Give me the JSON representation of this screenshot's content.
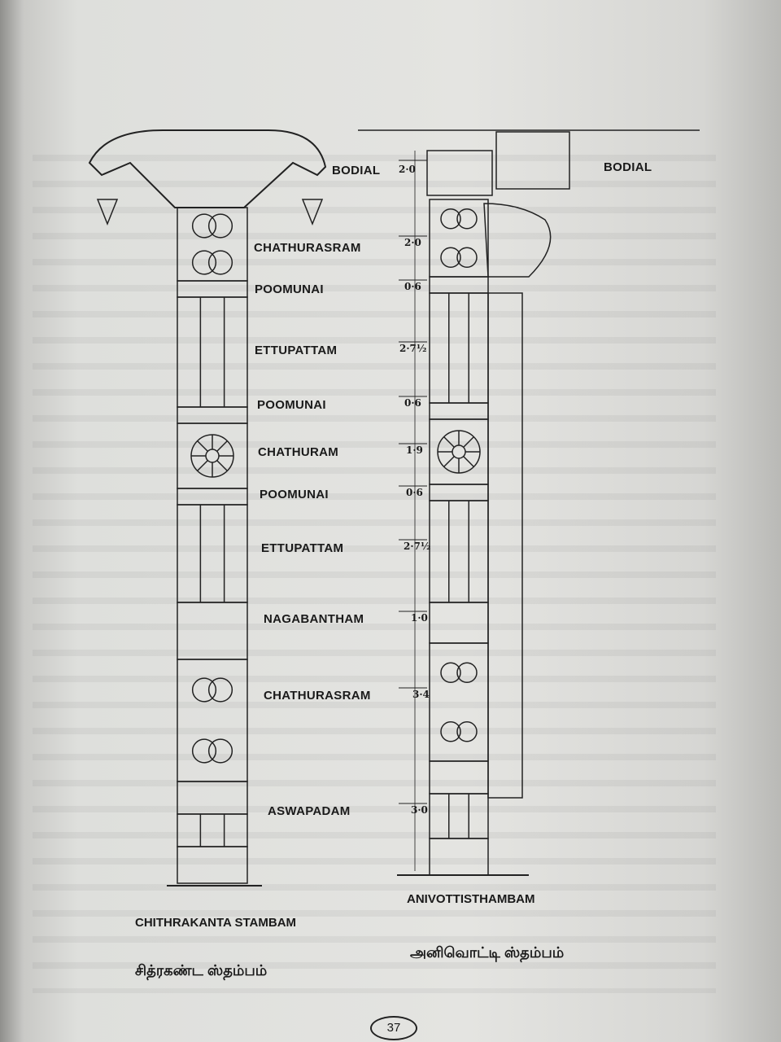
{
  "left_pillar": {
    "labels": [
      "BODIAL",
      "CHATHURASRAM",
      "POOMUNAI",
      "ETTUPATTAM",
      "POOMUNAI",
      "CHATHURAM",
      "POOMUNAI",
      "ETTUPATTAM",
      "NAGABANTHAM",
      "CHATHURASRAM",
      "ASWAPADAM"
    ],
    "caption": "CHITHRAKANTA  STAMBAM",
    "caption_tamil": "சித்ரகண்ட ஸ்தம்பம்"
  },
  "right_pillar": {
    "label": "BODIAL",
    "dimensions": [
      "2·0",
      "2·0",
      "0·6",
      "2·7½",
      "0·6",
      "1·9",
      "0·6",
      "2·7½",
      "1·0",
      "3·4",
      "3·0"
    ],
    "caption": "ANIVOTTISTHAMBAM",
    "caption_tamil": "அனிவொட்டி ஸ்தம்பம்"
  },
  "page_number": "37"
}
